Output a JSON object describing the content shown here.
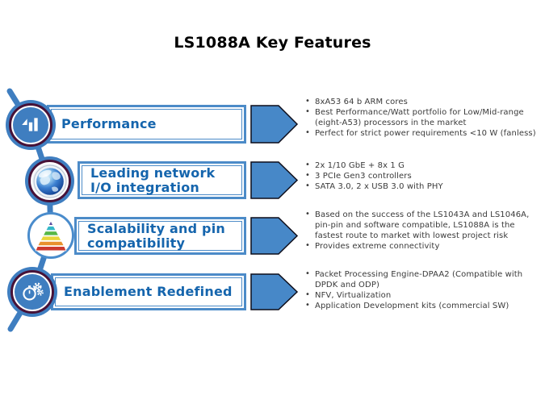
{
  "title": "LS1088A Key Features",
  "colors": {
    "accent_blue": "#3f7ec0",
    "box_border_blue": "#4c8bc8",
    "label_blue": "#1565ad",
    "ring_maroon": "#471238",
    "arrow_fill": "#4788c8",
    "bullet_text": "#3a3a3a",
    "title_text": "#000000"
  },
  "features": [
    {
      "label": "Performance",
      "icon": "bar-chart-icon",
      "bullets": [
        "8xA53 64 b ARM cores",
        "Best Performance/Watt portfolio for Low/Mid-range (eight-A53) processors in the market",
        "Perfect for strict power requirements <10 W (fanless)"
      ]
    },
    {
      "label": "Leading network\nI/O integration",
      "icon": "globe-icon",
      "bullets": [
        "2x 1/10 GbE + 8x 1 G",
        "3 PCIe Gen3 controllers",
        "SATA 3.0, 2 x USB 3.0 with PHY"
      ]
    },
    {
      "label": "Scalability and pin\ncompatibility",
      "icon": "pyramid-icon",
      "bullets": [
        "Based on the success of the LS1043A and LS1046A, pin-pin and software compatible, LS1088A is the fastest route to market with lowest project risk",
        "Provides extreme connectivity"
      ]
    },
    {
      "label": "Enablement Redefined",
      "icon": "stopwatch-gears-icon",
      "bullets": [
        "Packet Processing Engine-DPAA2 (Compatible with DPDK and ODP)",
        "NFV, Virtualization",
        "Application Development kits (commercial SW)"
      ]
    }
  ]
}
